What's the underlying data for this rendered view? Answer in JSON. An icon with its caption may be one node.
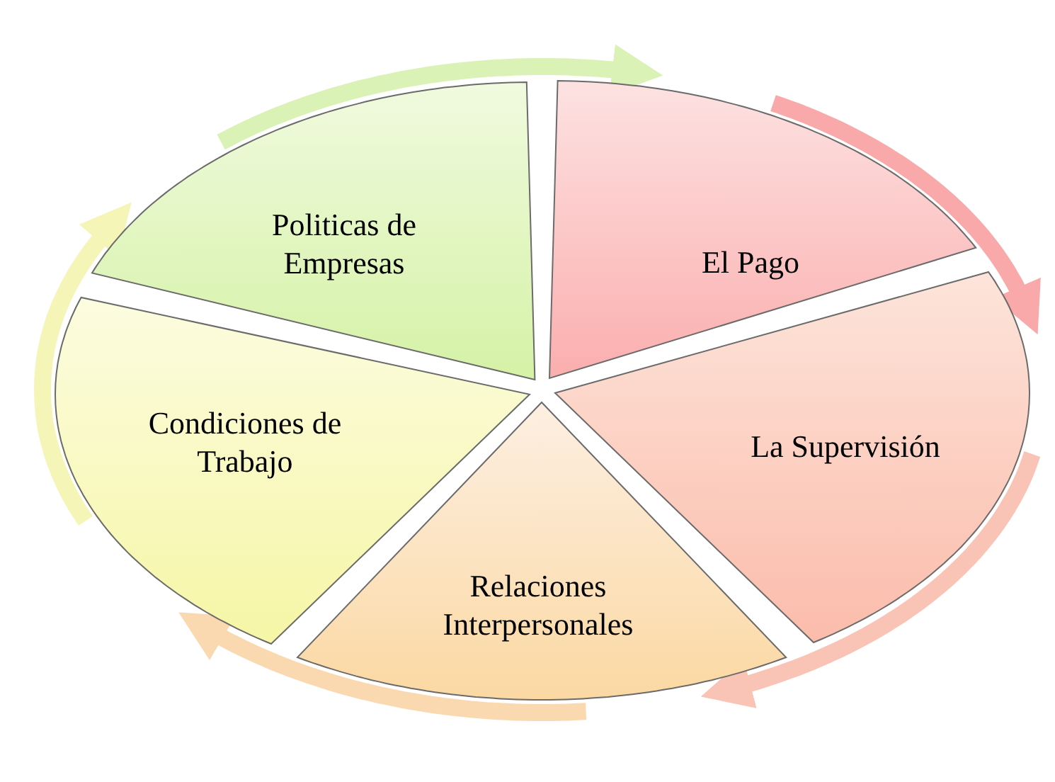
{
  "diagram": {
    "nodes": [
      {
        "text": [
          "El Pago"
        ]
      },
      {
        "text": [
          "La Supervisión"
        ]
      },
      {
        "text": [
          "Relaciones Interpersonales"
        ]
      },
      {
        "text": [
          "Condiciones de Trabajo"
        ]
      },
      {
        "text": [
          "Politicas de Empresas"
        ]
      }
    ],
    "edges": [
      {
        "from": 0,
        "to": 1,
        "arrow": "to",
        "color": "#f9a9a9"
      },
      {
        "from": 1,
        "to": 2,
        "arrow": "to",
        "color": "#f9c3b5"
      },
      {
        "from": 2,
        "to": 3,
        "arrow": "to",
        "color": "#fad9b0"
      },
      {
        "from": 3,
        "to": 4,
        "arrow": "to",
        "color": "#f5f5b8"
      },
      {
        "from": 4,
        "to": 0,
        "arrow": "to",
        "color": "#daf2b6"
      }
    ]
  }
}
